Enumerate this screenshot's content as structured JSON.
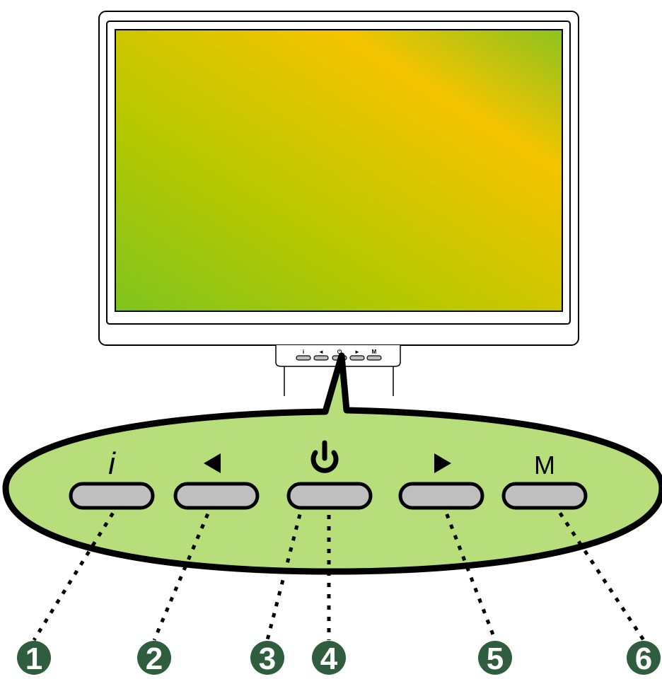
{
  "colors": {
    "screen_gradient": [
      "#7fc41f",
      "#b7c800",
      "#f5c400",
      "#8dc21f"
    ],
    "callout_fill": "#b8de7c",
    "button_fill": "#bfbfbf",
    "marker_fill": "#2f5d3e",
    "outline": "#000000"
  },
  "mini_panel": {
    "labels": [
      "i",
      "◄",
      "⏻",
      "►",
      "M"
    ]
  },
  "buttons": [
    {
      "id": "info",
      "symbol": "i",
      "icon": "info-icon"
    },
    {
      "id": "left",
      "symbol": "◄",
      "icon": "left-arrow-icon"
    },
    {
      "id": "power",
      "symbol": "⏻",
      "icon": "power-icon"
    },
    {
      "id": "right",
      "symbol": "►",
      "icon": "right-arrow-icon"
    },
    {
      "id": "menu",
      "symbol": "M",
      "icon": "menu-icon"
    }
  ],
  "callouts": [
    "1",
    "2",
    "3",
    "4",
    "5",
    "6"
  ]
}
